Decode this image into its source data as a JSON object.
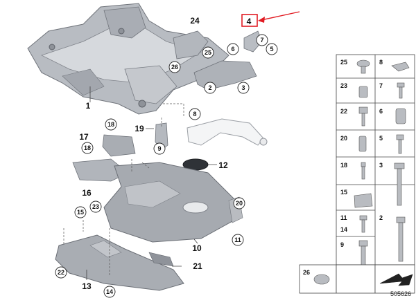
{
  "diagram": {
    "reference_number": "505626",
    "callouts": {
      "c1": "1",
      "c2": "2",
      "c3": "3",
      "c4": "4",
      "c5": "5",
      "c6": "6",
      "c7": "7",
      "c8": "8",
      "c9": "9",
      "c10": "10",
      "c11": "11",
      "c12": "12",
      "c13": "13",
      "c14": "14",
      "c15": "15",
      "c16": "16",
      "c17": "17",
      "c18a": "18",
      "c18b": "18",
      "c19": "19",
      "c20": "20",
      "c21": "21",
      "c22": "22",
      "c23": "23",
      "c24": "24",
      "c25": "25",
      "c26": "26"
    },
    "highlight_color": "#e11b22",
    "parts_panel": [
      {
        "left": "25",
        "right": "8"
      },
      {
        "left": "23",
        "right": "7"
      },
      {
        "left": "22",
        "right": "6"
      },
      {
        "left": "20",
        "right": "5"
      },
      {
        "left": "18",
        "right": "3"
      },
      {
        "left": "15",
        "right": ""
      },
      {
        "left": "11",
        "left2": "14",
        "right": "2"
      },
      {
        "left": "9",
        "right": ""
      }
    ],
    "bottom_cell": {
      "label": "26"
    }
  }
}
